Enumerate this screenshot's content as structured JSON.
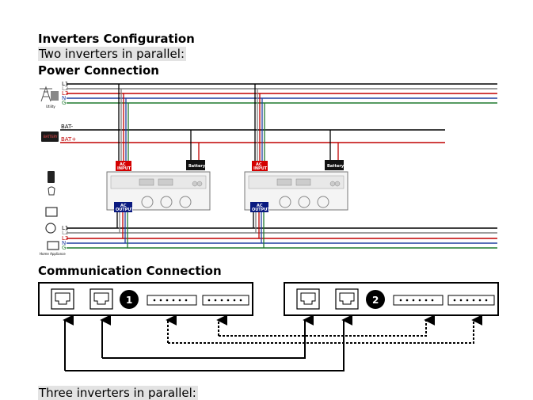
{
  "document": {
    "title": "Inverters Configuration",
    "subtitle": "Two inverters in parallel:",
    "power_heading": "Power Connection",
    "comm_heading": "Communication Connection",
    "footer_line": "Three inverters in parallel:"
  },
  "power_diagram": {
    "grid_lines": [
      "L1",
      "L2",
      "L3",
      "N",
      "G"
    ],
    "grid_label": "Utility",
    "battery_negative": "BAT-",
    "battery_positive": "BAT+",
    "battery_icon_label": "BATTERY",
    "output_lines": [
      "L1",
      "L2",
      "L3",
      "N",
      "G"
    ],
    "appliance_label": "Home Appliance",
    "ac_input_label": [
      "AC",
      "INPUT"
    ],
    "ac_output_label": [
      "AC",
      "OUTPUT"
    ],
    "battery_box_label": "Battery"
  },
  "comm_diagram": {
    "unit_numbers": [
      "1",
      "2"
    ]
  },
  "colors": {
    "L1": "#000000",
    "L2": "#7f7f7f",
    "L3": "#c00000",
    "N": "#1f3fa0",
    "G": "#1f7a2e",
    "ac_input_box": "#d40000",
    "ac_output_box": "#0a1a80"
  }
}
